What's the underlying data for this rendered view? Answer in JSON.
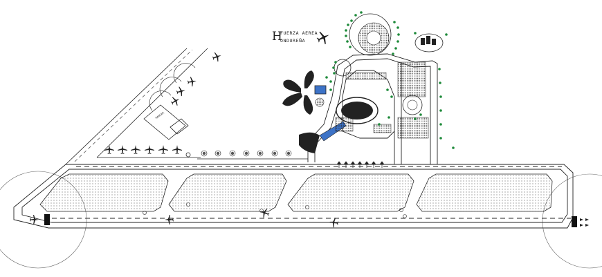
{
  "title": {
    "initial": "H",
    "line1": "FUERZA AEREA",
    "line2": "ONDUREÑA"
  },
  "building_note": "HANGAR",
  "colors": {
    "ink": "#222222",
    "tree_green": "#1e8a3a",
    "water_blue": "#3d73c7",
    "paper": "#ffffff"
  }
}
